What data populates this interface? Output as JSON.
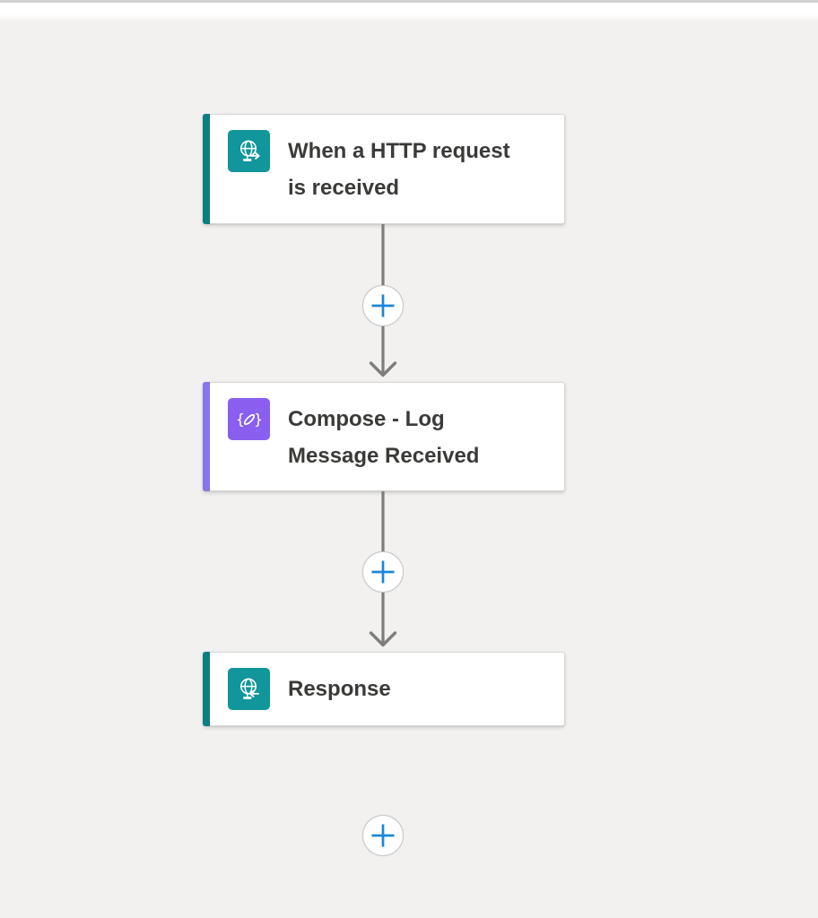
{
  "canvas": {
    "background_color": "#f2f1f0",
    "top_border_color": "#d2d1d0",
    "connector_color": "#7d7d7c",
    "add_button_color": "#1b86d8",
    "add_button_icon": "plus-icon"
  },
  "flow": {
    "nodes": [
      {
        "type": "trigger",
        "title": "When a HTTP request is received",
        "title_lines": [
          "When a HTTP request",
          "is received"
        ],
        "icon": "http-request-icon",
        "accent_color": "#097e85",
        "icon_color": "#10969b"
      },
      {
        "type": "action",
        "title": "Compose - Log Message Received",
        "title_lines": [
          "Compose - Log",
          "Message Received"
        ],
        "icon": "compose-icon",
        "accent_color": "#8676ea",
        "icon_color": "#8a5ff0"
      },
      {
        "type": "action",
        "title": "Response",
        "title_lines": [
          "Response"
        ],
        "icon": "http-response-icon",
        "accent_color": "#097e85",
        "icon_color": "#10969b"
      }
    ]
  }
}
